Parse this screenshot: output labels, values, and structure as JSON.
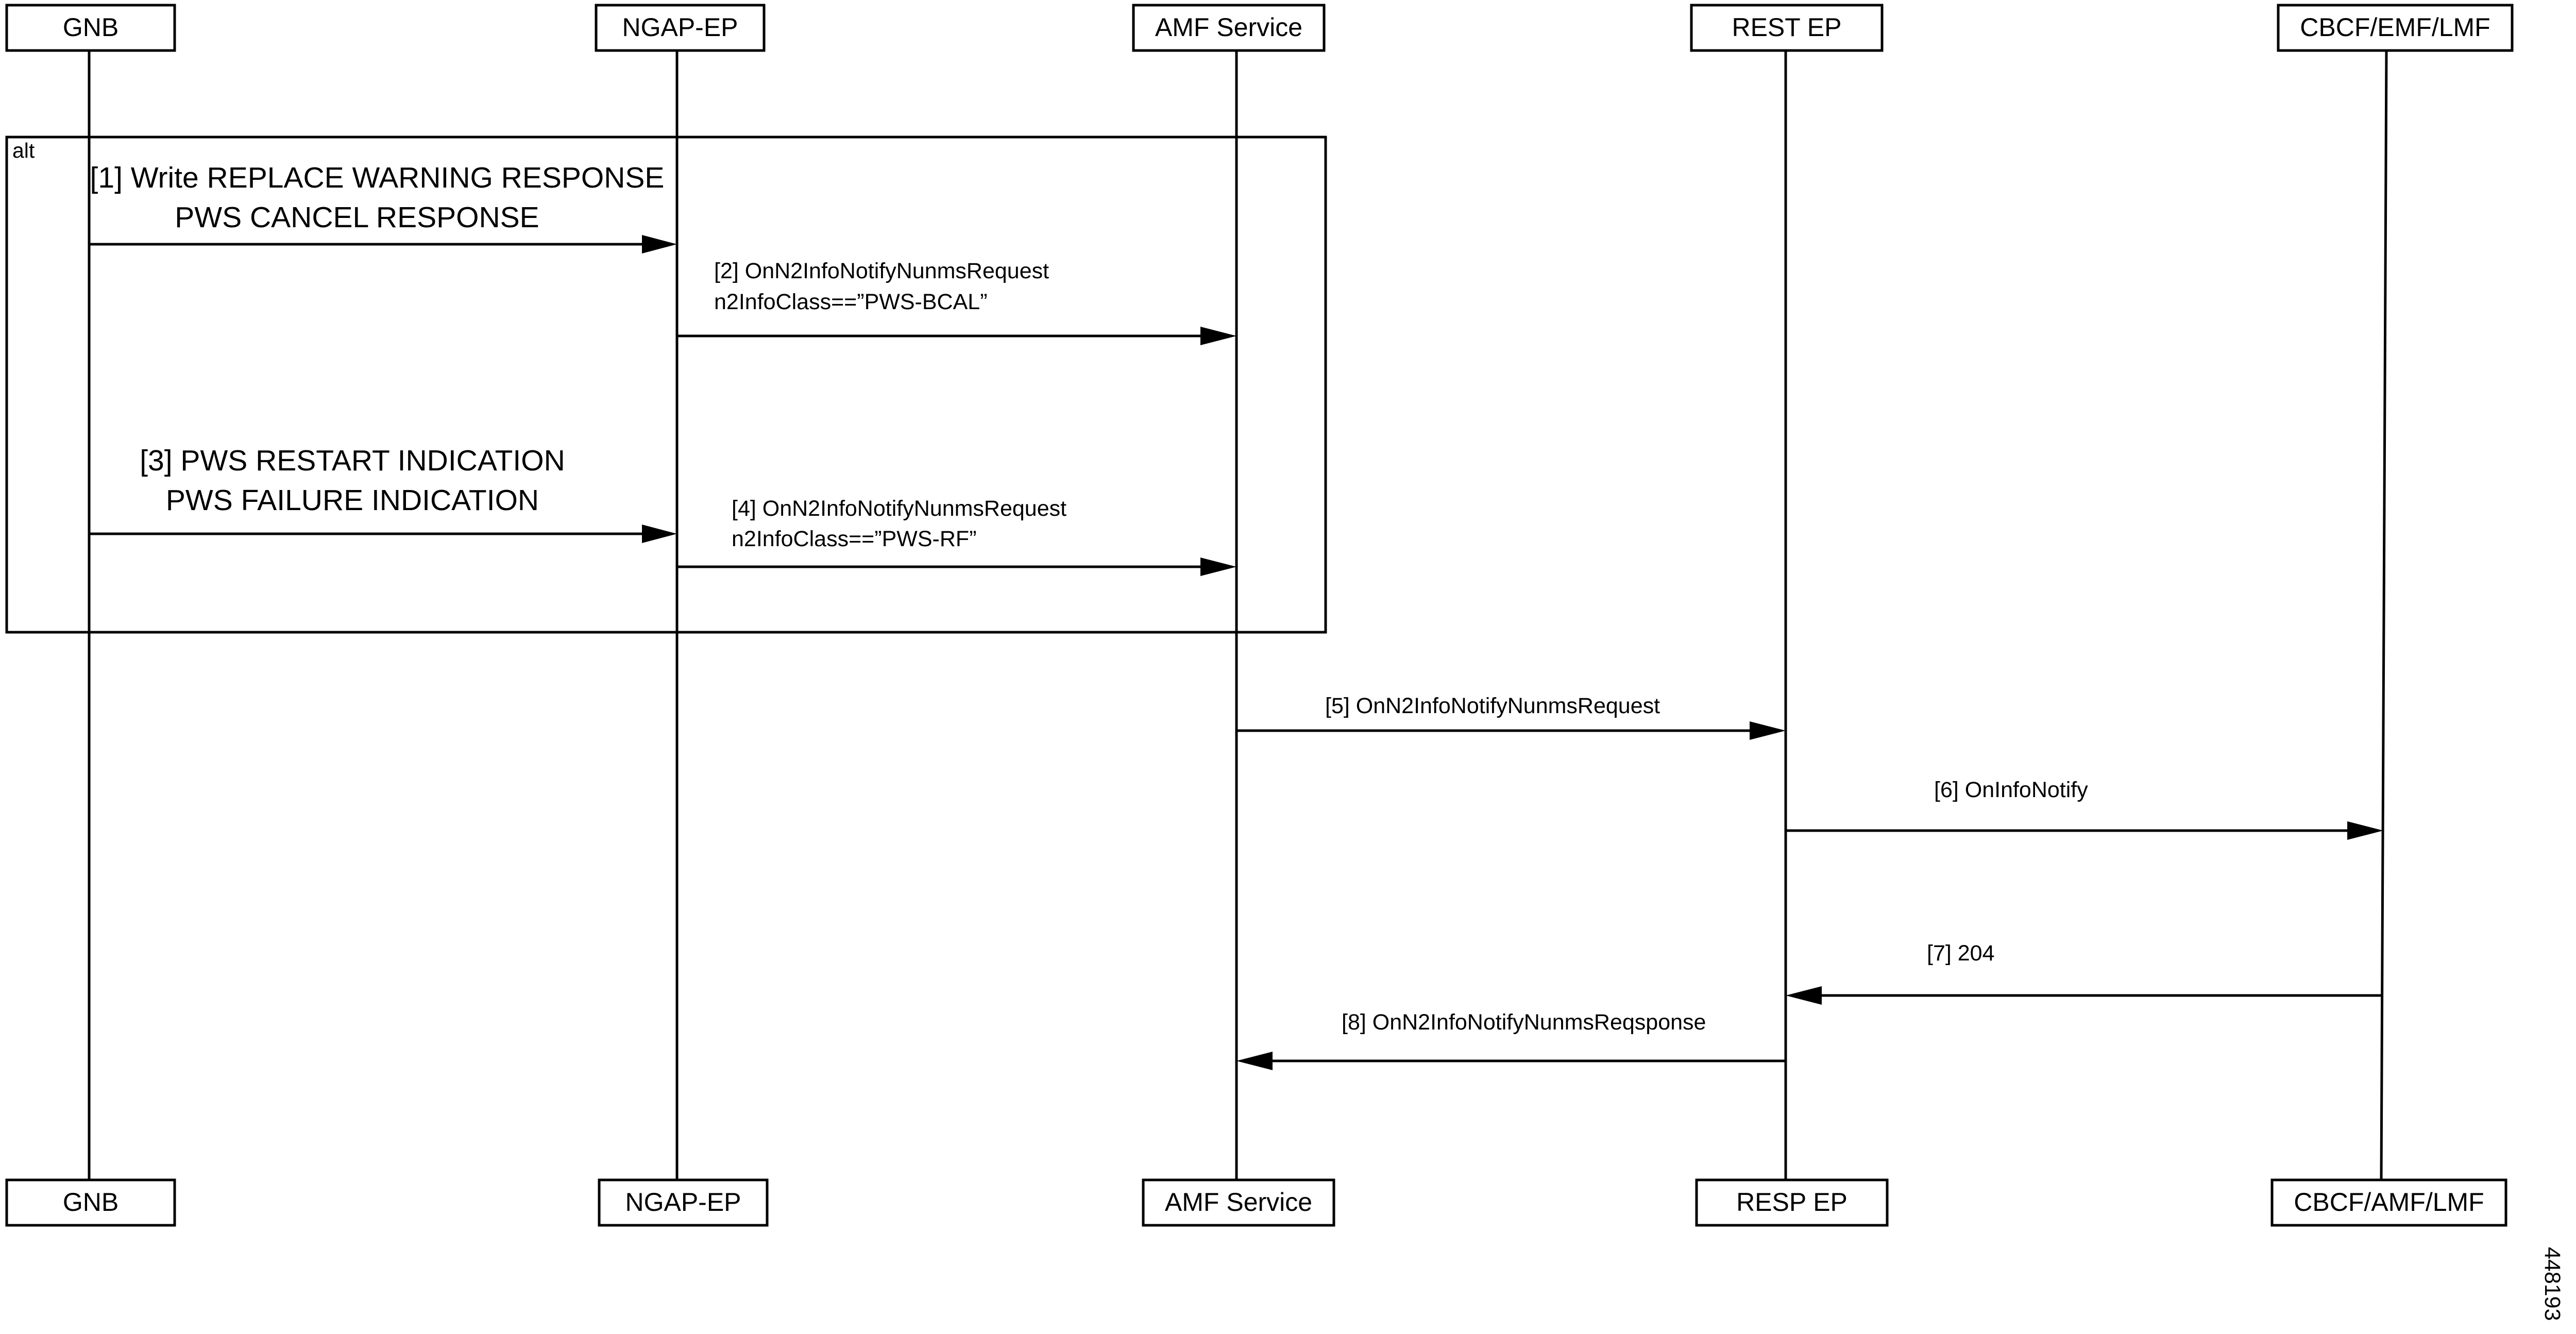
{
  "participants_top": [
    "GNB",
    "NGAP-EP",
    "AMF Service",
    "REST EP",
    "CBCF/EMF/LMF"
  ],
  "participants_bottom": [
    "GNB",
    "NGAP-EP",
    "AMF Service",
    "RESP EP",
    "CBCF/AMF/LMF"
  ],
  "alt_frame": {
    "label": "alt"
  },
  "messages": {
    "m1": {
      "lines": [
        "[1] Write REPLACE WARNING RESPONSE",
        "PWS CANCEL RESPONSE"
      ]
    },
    "m2": {
      "lines": [
        "[2] OnN2InfoNotifyNunmsRequest",
        "n2InfoClass==”PWS-BCAL”"
      ]
    },
    "m3": {
      "lines": [
        "[3] PWS RESTART INDICATION",
        "PWS FAILURE INDICATION"
      ]
    },
    "m4": {
      "lines": [
        "[4] OnN2InfoNotifyNunmsRequest",
        "n2InfoClass==”PWS-RF”"
      ]
    },
    "m5": {
      "lines": [
        "[5] OnN2InfoNotifyNunmsRequest"
      ]
    },
    "m6": {
      "lines": [
        "[6] OnInfoNotify"
      ]
    },
    "m7": {
      "lines": [
        "[7] 204"
      ]
    },
    "m8": {
      "lines": [
        "[8] OnN2InfoNotifyNunmsReqsponse"
      ]
    }
  },
  "figure_id": "448193"
}
